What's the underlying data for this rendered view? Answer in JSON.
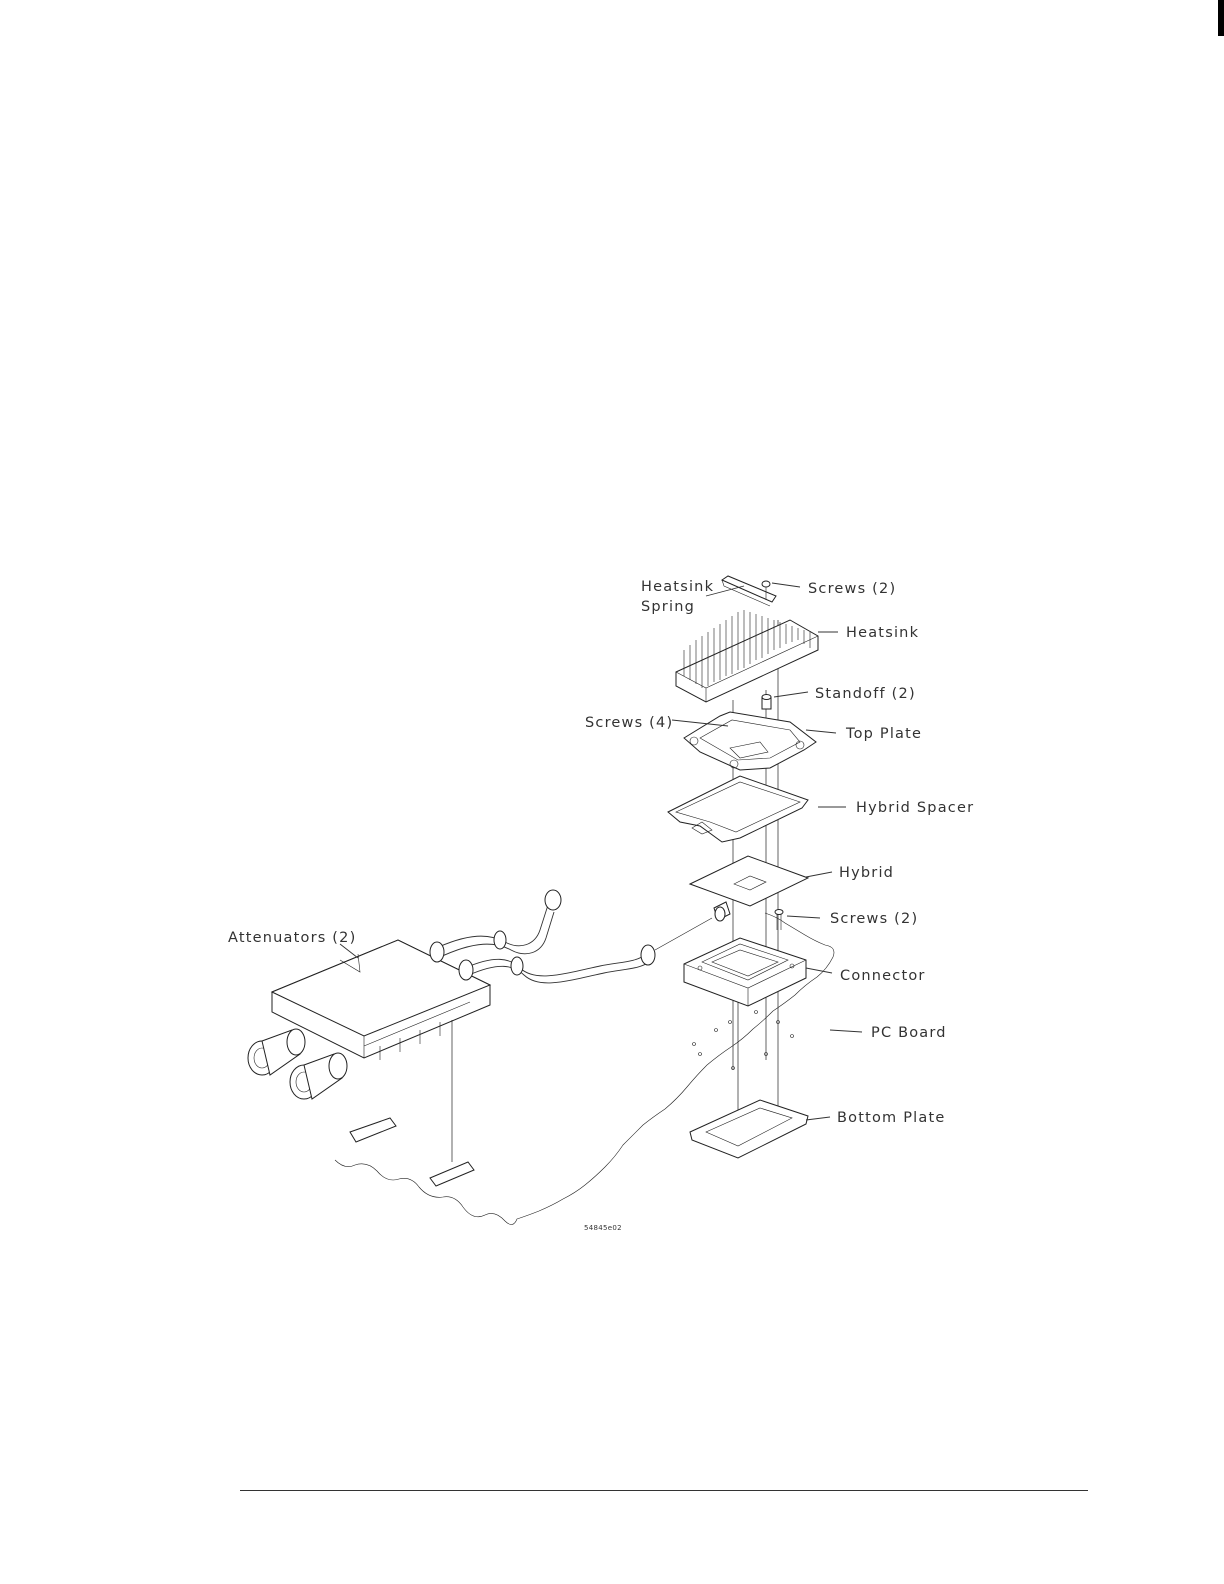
{
  "labels": {
    "heatsink_spring": [
      "Heatsink",
      "Spring"
    ],
    "screws_top": "Screws (2)",
    "heatsink": "Heatsink",
    "standoff": "Standoff (2)",
    "screws_four": "Screws (4)",
    "top_plate": "Top Plate",
    "hybrid_spacer": "Hybrid Spacer",
    "hybrid": "Hybrid",
    "screws_mid": "Screws (2)",
    "attenuators": "Attenuators (2)",
    "connector": "Connector",
    "pc_board": "PC Board",
    "bottom_plate": "Bottom Plate",
    "figure_code": "54845e02"
  }
}
